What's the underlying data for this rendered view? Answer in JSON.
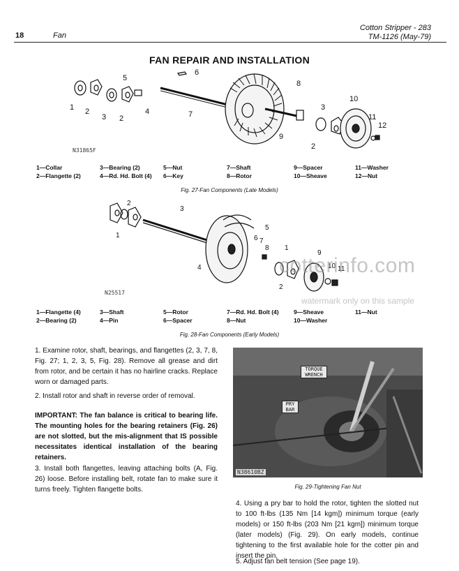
{
  "header": {
    "right_line1": "Cotton Stripper - 283",
    "right_line2": "TM-1126   (May-79)",
    "page_number": "18",
    "section": "Fan"
  },
  "title": "FAN REPAIR AND INSTALLATION",
  "fig27": {
    "id_label": "N31865F",
    "callouts": [
      "1",
      "2",
      "3",
      "2",
      "4",
      "5",
      "6",
      "7",
      "8",
      "9",
      "10",
      "3",
      "2",
      "11",
      "12"
    ],
    "legend_row1": [
      "1—Collar",
      "3—Bearing (2)",
      "5—Nut",
      "7—Shaft",
      "9—Spacer",
      "11—Washer"
    ],
    "legend_row2": [
      "2—Flangette (2)",
      "4—Rd. Hd. Bolt (4)",
      "6—Key",
      "8—Rotor",
      "10—Sheave",
      "12—Nut"
    ],
    "caption": "Fig. 27-Fan Components (Late Models)"
  },
  "fig28": {
    "id_label": "N25517",
    "callouts": [
      "2",
      "1",
      "3",
      "5",
      "6",
      "7",
      "8",
      "4",
      "1",
      "9",
      "10",
      "11",
      "2"
    ],
    "legend_row1": [
      "1—Flangette (4)",
      "3—Shaft",
      "5—Rotor",
      "7—Rd. Hd. Bolt (4)",
      "9—Sheave",
      "11—Nut"
    ],
    "legend_row2": [
      "2—Bearing (2)",
      "4—Pin",
      "6—Spacer",
      "8—Nut",
      "10—Washer",
      ""
    ],
    "caption": "Fig. 28-Fan Components (Early Models)"
  },
  "fig29": {
    "labels": {
      "torque": "TORQUE\nWRENCH",
      "pry": "PRY\nBAR"
    },
    "id_label": "N38610BZ",
    "caption": "Fig. 29-Tightening Fan Nut"
  },
  "steps": {
    "s1": "1. Examine rotor, shaft, bearings, and flangettes (2, 3, 7, 8, Fig. 27; 1, 2, 3, 5, Fig. 28). Remove all grease and dirt from rotor, and be certain it has no hairline cracks. Replace worn or damaged parts.",
    "s2": "2. Install rotor and shaft in reverse order of removal.",
    "important": "IMPORTANT: The fan balance is critical to bearing life. The mounting holes for the bearing retainers (Fig. 26) are not slotted, but the mis-alignment that IS possible necessitates identical installation of the bearing retainers.",
    "s3": "3. Install both flangettes, leaving attaching bolts (A, Fig. 26) loose. Before installing belt, rotate fan to make sure it turns freely. Tighten flangette bolts.",
    "s4": "4. Using a pry bar to hold the rotor, tighten the slotted nut to 100 ft-lbs (135 Nm [14 kgm]) minimum torque (early models) or 150 ft-lbs (203 Nm [21 kgm]) minimum torque (later models) (Fig. 29). On early models, continue tightening to the first available hole for the cotter pin and insert the pin.",
    "s5": "5. Adjust fan belt tension (See page 19)."
  },
  "watermark": {
    "big": "cotterinfo.com",
    "small": "watermark only on this sample"
  }
}
